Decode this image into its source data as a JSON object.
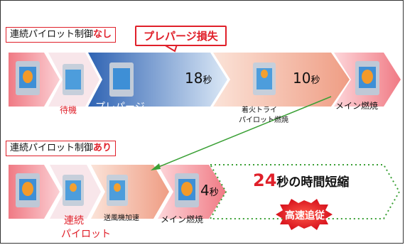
{
  "top": {
    "label_prefix": "連続パイロット制御",
    "label_suffix": "なし",
    "callout": "プレパージ損失",
    "standby": "待機",
    "prepurge": "プレパージ",
    "prepurge_num": "18",
    "ignition_num": "10",
    "unit": "秒",
    "ignition_line1": "着火トライ",
    "ignition_line2": "パイロット燃焼",
    "main_burn": "メイン燃焼"
  },
  "bottom": {
    "label_prefix": "連続パイロット制御",
    "label_suffix": "あり",
    "pilot_line1": "連続",
    "pilot_line2": "パイロット",
    "fan": "送風機加速",
    "main_burn": "メイン燃焼",
    "time_num": "4",
    "unit": "秒",
    "saving_num": "24",
    "saving_text": "秒の時間短縮",
    "badge": "高速追従"
  },
  "colors": {
    "accent_red": "#e0202a",
    "blue": "#3c78c8",
    "salmon": "#f2a08a",
    "pink": "#f48a92",
    "green": "#3aa035"
  }
}
